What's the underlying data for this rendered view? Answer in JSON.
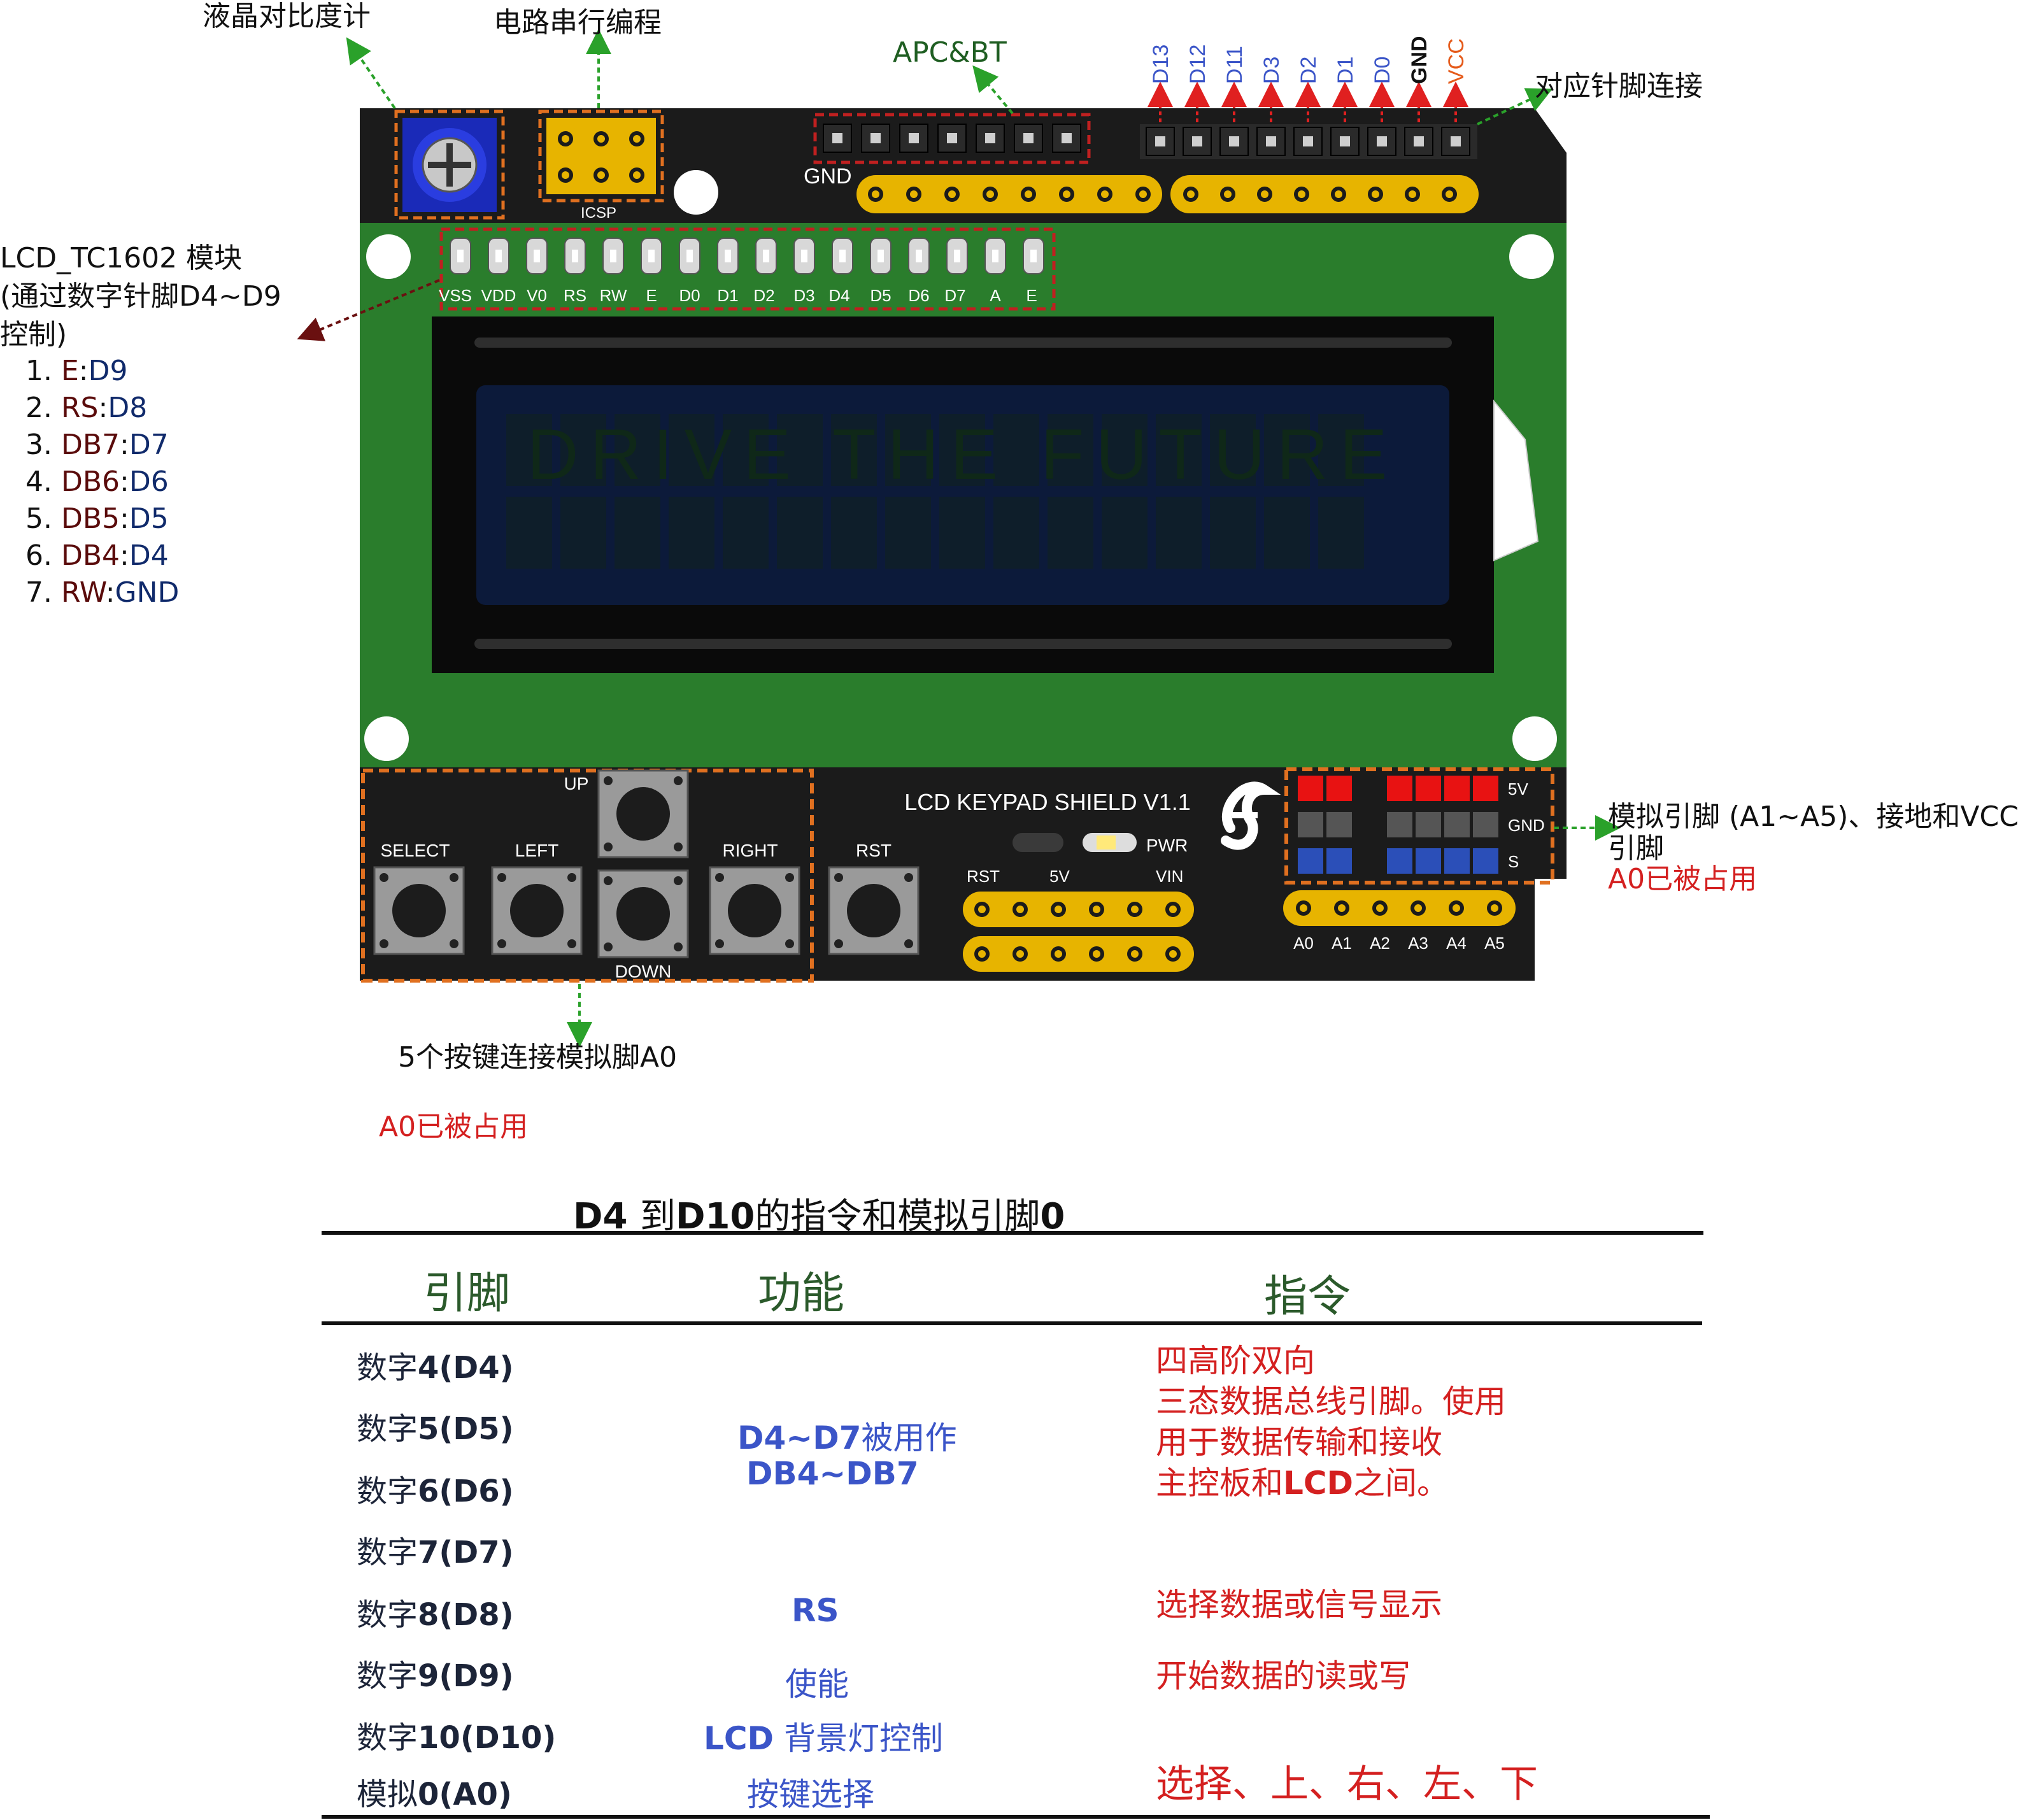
{
  "annotations": {
    "contrast": "液晶对比度计",
    "icsp_program": "电路串行编程",
    "apc_bt": "APC&BT",
    "pin_connect": "对应针脚连接",
    "lcd_module_title": "LCD_TC1602 模块",
    "lcd_module_sub1": "(通过数字针脚D4~D9",
    "lcd_module_sub2": "控制)",
    "lcd_list": [
      {
        "num": "1.",
        "name": "E",
        "pin": "D9"
      },
      {
        "num": "2.",
        "name": "RS",
        "pin": "D8"
      },
      {
        "num": "3.",
        "name": "DB7",
        "pin": "D7"
      },
      {
        "num": "4.",
        "name": "DB6",
        "pin": "D6"
      },
      {
        "num": "5.",
        "name": "DB5",
        "pin": "D5"
      },
      {
        "num": "6.",
        "name": "DB4",
        "pin": "D4"
      },
      {
        "num": "7.",
        "name": "RW",
        "pin": "GND"
      }
    ],
    "analog_pins": "模拟引脚 (A1~A5)、接地和VCC",
    "analog_pins_2": "引脚",
    "a0_used_right": "A0已被占用",
    "keys_note": "5个按键连接模拟脚A0",
    "a0_used_bottom": "A0已被占用"
  },
  "board": {
    "name": "LCD KEYPAD SHIELD V1.1",
    "icsp": "ICSP",
    "gnd_header": "GND",
    "lcd_pins": [
      "VSS",
      "VDD",
      "V0",
      "RS",
      "RW",
      "E",
      "D0",
      "D1",
      "D2",
      "D3",
      "D4",
      "D5",
      "D6",
      "D7",
      "A",
      "E"
    ],
    "top_pins": [
      "D13",
      "D12",
      "D11",
      "D3",
      "D2",
      "D1",
      "D0",
      "GND",
      "VCC"
    ],
    "lcd_text": "DRIVE THE FUTURE",
    "buttons": {
      "select": "SELECT",
      "left": "LEFT",
      "up": "UP",
      "down": "DOWN",
      "right": "RIGHT",
      "rst": "RST"
    },
    "pwr": "PWR",
    "power_pins": [
      "RST",
      "5V",
      "VIN"
    ],
    "analog_header": [
      "A0",
      "A1",
      "A2",
      "A3",
      "A4",
      "A5"
    ],
    "sensor_rows": [
      "5V",
      "GND",
      "S"
    ]
  },
  "table": {
    "title_p1": "D4 ",
    "title_p2": "到",
    "title_p3": "D10",
    "title_p4": "的指令和模拟引脚",
    "title_p5": "0",
    "headers": [
      "引脚",
      "功能",
      "指令"
    ],
    "pins": [
      {
        "prefix": "数字",
        "bold": "4(D4)"
      },
      {
        "prefix": "数字",
        "bold": "5(D5)"
      },
      {
        "prefix": "数字",
        "bold": "6(D6)"
      },
      {
        "prefix": "数字",
        "bold": "7(D7)"
      },
      {
        "prefix": "数字",
        "bold": "8(D8)"
      },
      {
        "prefix": "数字",
        "bold": "9(D9)"
      },
      {
        "prefix": "数字",
        "bold": "10(D10)"
      },
      {
        "prefix": "模拟",
        "bold": "0(A0)"
      }
    ],
    "func_d4_d7_a": "D4~D7",
    "func_d4_d7_b": "被用作",
    "func_db": "DB4~DB7",
    "func_rs": "RS",
    "func_en": "使能",
    "func_bl_a": "LCD",
    "func_bl_b": " 背景灯控制",
    "func_keys": "按键选择",
    "cmd_data_1": "四高阶双向",
    "cmd_data_2": "三态数据总线引脚。使用",
    "cmd_data_3": "用于数据传输和接收",
    "cmd_data_4a": "主控板和",
    "cmd_data_4b": "LCD",
    "cmd_data_4c": "之间。",
    "cmd_rs": "选择数据或信号显示",
    "cmd_en": "开始数据的读或写",
    "cmd_keys": "选择、上、右、左、下"
  },
  "colors": {
    "pcb_dark": "#1b1b1b",
    "pcb_green": "#2a7d2c",
    "lcd_bezel": "#0a0a0a",
    "lcd_screen": "#0c1a3a",
    "gold": "#e7b400",
    "dashed_orange": "#e07020",
    "dashed_red": "#c02020",
    "arrow_green": "#2aa12a",
    "text_red": "#d42020",
    "text_blue": "#3b55c8"
  }
}
